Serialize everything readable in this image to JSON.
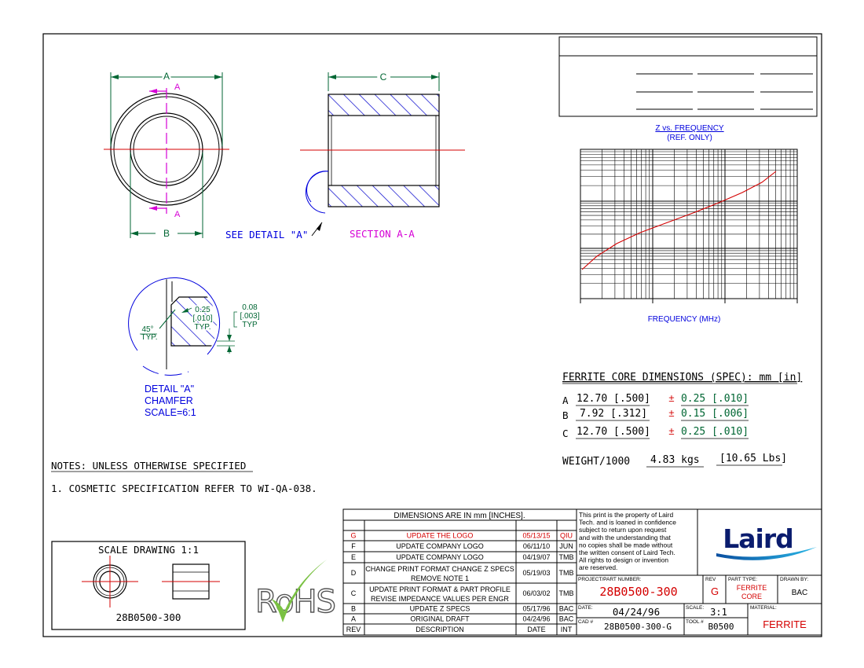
{
  "views": {
    "dim_a": "A",
    "section_mark_top": "A",
    "section_mark_bottom": "A",
    "dim_b": "B",
    "dim_c": "C",
    "see_detail": "SEE DETAIL \"A\"",
    "section_label": "SECTION A-A"
  },
  "detail": {
    "chamfer_dim": "0.25",
    "chamfer_dim_in": "[.010]",
    "chamfer_typ": "TYP.",
    "edge_dim": "0.08",
    "edge_dim_in": "[.003]",
    "edge_typ": "TYP",
    "angle": "45°",
    "angle_typ": "TYP.",
    "title1": "DETAIL \"A\"",
    "title2": "CHAMFER",
    "title3": "SCALE=6:1"
  },
  "graph": {
    "title": "Z vs. FREQUENCY",
    "subtitle": "(REF. ONLY)",
    "xlabel": "FREQUENCY (MHz)"
  },
  "spec": {
    "heading": "FERRITE CORE DIMENSIONS (SPEC): mm [in]",
    "rows": [
      {
        "letter": "A",
        "value": "12.70 [.500]",
        "pm": "±",
        "tol": "0.25 [.010]"
      },
      {
        "letter": "B",
        "value": "7.92 [.312]",
        "pm": "±",
        "tol": "0.15 [.006]"
      },
      {
        "letter": "C",
        "value": "12.70 [.500]",
        "pm": "±",
        "tol": "0.25 [.010]"
      }
    ],
    "weight_label": "WEIGHT/1000",
    "weight_kg": "4.83 kgs",
    "weight_lb": "[10.65 Lbs]"
  },
  "notes": {
    "heading": "NOTES: UNLESS OTHERWISE SPECIFIED",
    "item1": "1. COSMETIC SPECIFICATION REFER TO WI-QA-038."
  },
  "scale_box": {
    "title": "SCALE DRAWING 1:1",
    "part": "28B0500-300"
  },
  "rohs": "RoHS",
  "revisions": {
    "header": "DIMENSIONS ARE IN mm [INCHES].",
    "rows": [
      {
        "rev": "G",
        "desc": "UPDATE THE LOGO",
        "date": "05/13/15",
        "by": "QIU",
        "red": true
      },
      {
        "rev": "F",
        "desc": "UPDATE COMPANY LOGO",
        "date": "06/11/10",
        "by": "JUN"
      },
      {
        "rev": "E",
        "desc": "UPDATE COMPANY LOGO",
        "date": "04/19/07",
        "by": "TMB"
      },
      {
        "rev": "D",
        "desc": "CHANGE PRINT FORMAT CHANGE Z SPECS",
        "desc2": "REMOVE NOTE 1",
        "date": "05/19/03",
        "by": "TMB"
      },
      {
        "rev": "C",
        "desc": "UPDATE PRINT FORMAT & PART PROFILE",
        "desc2": "REVISE IMPEDANCE VALUES PER ENGR",
        "date": "06/03/02",
        "by": "TMB"
      },
      {
        "rev": "B",
        "desc": "UPDATE Z SPECS",
        "date": "05/17/96",
        "by": "BAC"
      },
      {
        "rev": "A",
        "desc": "ORIGINAL DRAFT",
        "date": "04/24/96",
        "by": "BAC"
      }
    ],
    "col_rev": "REV",
    "col_desc": "DESCRIPTION",
    "col_date": "DATE",
    "col_int": "INT"
  },
  "title_block": {
    "property_lines": [
      "This print is the property of Laird",
      "Tech. and is loaned in confidence",
      "subject to return upon request",
      "and with the understanding that",
      "no copies shall be made without",
      "the written consent of Laird Tech.",
      "All rights to design or invention",
      "are reserved."
    ],
    "logo": "Laird",
    "project_label": "PROJECT/PART NUMBER:",
    "project": "28B0500-300",
    "rev_label": "REV",
    "rev": "G",
    "part_type_label": "PART TYPE:",
    "part_type_1": "FERRITE",
    "part_type_2": "CORE",
    "drawn_label": "DRAWN BY:",
    "drawn": "BAC",
    "date_label": "DATE:",
    "date": "04/24/96",
    "scale_label": "SCALE:",
    "scale": "3:1",
    "material_label": "MATERIAL:",
    "material": "FERRITE",
    "cad_label": "CAD #",
    "cad": "28B0500-300-G",
    "tool_label": "TOOL #",
    "tool": "B0500"
  },
  "colors": {
    "dim": "#006633",
    "center": "#d40000",
    "section": "#d600d6",
    "detail": "#0000dd",
    "hatch": "#0000cc"
  }
}
